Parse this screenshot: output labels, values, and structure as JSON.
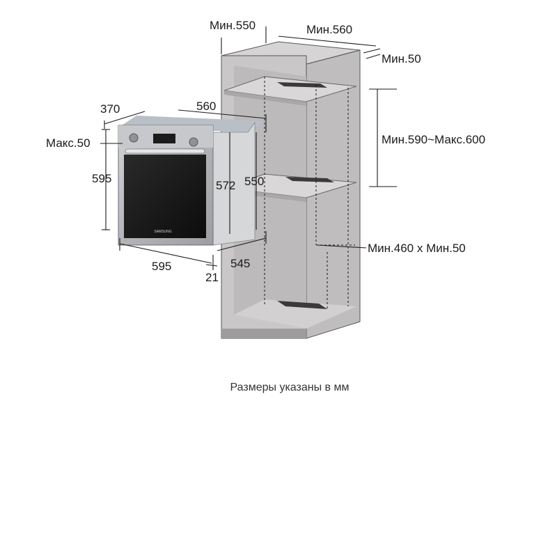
{
  "caption": "Размеры указаны в мм",
  "brand_text": "SAMSUNG",
  "oven": {
    "depth_total": "560",
    "depth_door": "370",
    "top_gap": "Макс.50",
    "front_height": "595",
    "body_height": "572",
    "rear_height": "550",
    "front_width": "595",
    "door_thickness": "21",
    "body_width": "545"
  },
  "cabinet": {
    "min_depth": "Мин.550",
    "min_width": "Мин.560",
    "min_gap": "Мин.50",
    "niche_height": "Мин.590~Макс.600",
    "vent_opening": "Мин.460 x Мин.50"
  },
  "colors": {
    "cabinet_fill": "#c9c7c8",
    "cabinet_inner": "#bab8b9",
    "oven_steel": "#b9bbbd",
    "oven_glass": "#141414",
    "line": "#1a1a1a"
  }
}
